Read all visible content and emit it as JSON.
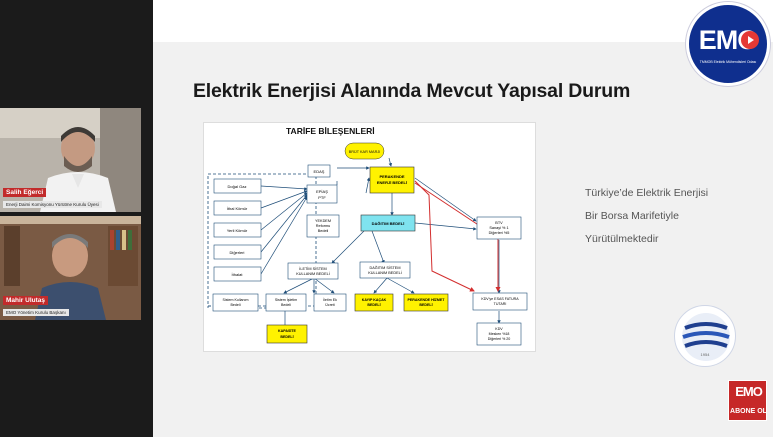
{
  "slide": {
    "title": "Elektrik Enerjisi Alanında Mevcut Yapısal Durum",
    "side_text": [
      "Türkiye’de Elektrik Enerjisi",
      "Bir Borsa Marifetiyle",
      "Yürütülmektedir"
    ]
  },
  "logo": {
    "text": "EMO",
    "subtitle": "TMMOB Elektrik Mühendisleri Odası",
    "seal_year": "1954"
  },
  "diagram": {
    "title": "TARİFE BİLEŞENLERİ",
    "boxes": {
      "btb": "BRÜT KAR MARJI",
      "edas": "EDAŞ",
      "perakende": [
        "PERAKENDE",
        "ENERJİ BEDELİ"
      ],
      "dogalgaz": "Doğal Gaz",
      "ithal": "İthal Kömür",
      "yerli": "Yerli Kömür",
      "digerleri": "Diğerleri",
      "ithalat": "İthalat",
      "epias": [
        "EPİAŞ",
        "PTF"
      ],
      "yekdem": [
        "YEKDEM",
        "Reformu",
        "Bedeli"
      ],
      "dagitim": "DAĞITIM BEDELİ",
      "btv": [
        "BTV",
        "Sanayi % 1",
        "Diğerleri %5"
      ],
      "iletim": [
        "İLETİM SİSTEM",
        "KULLANIM BEDELİ"
      ],
      "dagitim_sistem": [
        "DAĞITIM SİSTEM",
        "KULLANIM BEDELİ"
      ],
      "sistem_kullanim": [
        "Sistem Kullanım",
        "Bedeli"
      ],
      "sistem_isletim": [
        "Sistem İşletim",
        "Bedeli"
      ],
      "iletim_ek": [
        "İletim Ek",
        "Ücreti"
      ],
      "kayip_kacak": [
        "KAYIP KAÇAK",
        "BEDELİ"
      ],
      "perakende_hizmet": [
        "PERAKENDE HİZMET",
        "BEDELİ"
      ],
      "kdv_esas": [
        "KDV'ye ESAS FATURA",
        "TUTARI"
      ],
      "kdv": [
        "KDV",
        "Mesken %18",
        "Diğerleri % 20"
      ],
      "kapasite": [
        "KAPASİTE",
        "BEDELİ"
      ]
    }
  },
  "participants": [
    {
      "name": "Salih Eğerci",
      "role": "Enerji Daimi Komisyonu Yürütme Kurulu Üyesi"
    },
    {
      "name": "Mahir Ulutaş",
      "role": "EMO Yönetim Kurulu Başkanı"
    }
  ],
  "abone": {
    "emo": "EMO",
    "label": "ABONE OL"
  },
  "colors": {
    "logo_blue": "#0f2f8e",
    "accent_red": "#c62828",
    "box_yellow": "#fff200",
    "box_cyan": "#7fe3ef"
  }
}
